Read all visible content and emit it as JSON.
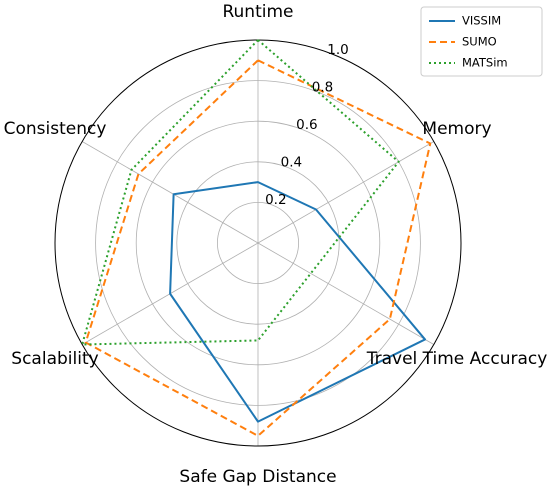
{
  "chart_data": {
    "type": "radar",
    "axes": [
      "Runtime",
      "Memory",
      "Travel Time Accuracy",
      "Safe Gap Distance",
      "Scalability",
      "Consistency"
    ],
    "rlim": [
      0,
      1.0
    ],
    "rticks": [
      0.2,
      0.4,
      0.6,
      0.8,
      1.0
    ],
    "rtick_labels": [
      "0.2",
      "0.4",
      "0.6",
      "0.8",
      "1.0"
    ],
    "grid": true,
    "legend_position": "top-right",
    "series": [
      {
        "name": "VISSIM",
        "values": [
          0.3,
          0.33,
          0.95,
          0.88,
          0.5,
          0.48
        ],
        "color": "#1f77b4",
        "linestyle": "solid"
      },
      {
        "name": "SUMO",
        "values": [
          0.9,
          0.98,
          0.75,
          0.95,
          0.98,
          0.68
        ],
        "color": "#ff7f0e",
        "linestyle": "dashed"
      },
      {
        "name": "MATSim",
        "values": [
          1.0,
          0.8,
          0.3,
          0.48,
          1.0,
          0.72
        ],
        "color": "#2ca02c",
        "linestyle": "dotted"
      }
    ]
  }
}
